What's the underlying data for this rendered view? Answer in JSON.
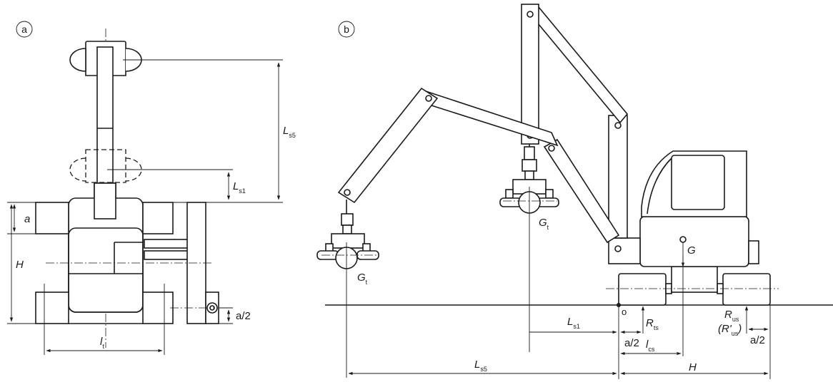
{
  "panel_a": {
    "marker": "a",
    "labels": {
      "ls5_main": "L",
      "ls5_sub": "s5",
      "ls1_main": "L",
      "ls1_sub": "s1",
      "a": "a",
      "H": "H",
      "a_half": "a/2",
      "lt_main": "l",
      "lt_sub": "t"
    }
  },
  "panel_b": {
    "marker": "b",
    "labels": {
      "gt1_main": "G",
      "gt1_sub": "t",
      "gt2_main": "G",
      "gt2_sub": "t",
      "G": "G",
      "origin": "o",
      "ls1_main": "L",
      "ls1_sub": "s1",
      "ls5_main": "L",
      "ls5_sub": "s5",
      "rts_main": "R",
      "rts_sub": "ts",
      "lcs_main": "l",
      "lcs_sub": "cs",
      "a_half_left": "a/2",
      "rus_main": "R",
      "rus_sub": "us",
      "rus_alt_open": "(R'",
      "rus_alt_sub": "us",
      "rus_alt_close": ")",
      "a_half_right": "a/2",
      "H": "H"
    }
  }
}
